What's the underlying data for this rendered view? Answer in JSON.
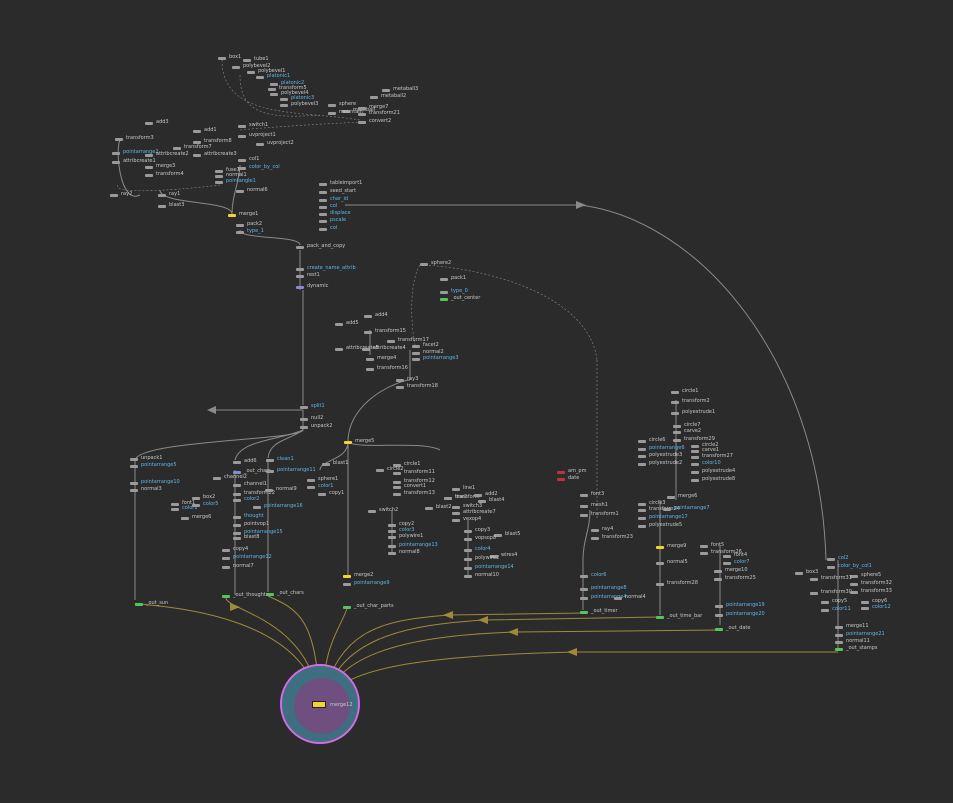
{
  "nodes": [
    {
      "id": "box1",
      "label": "box1",
      "c": ""
    },
    {
      "id": "tube1",
      "label": "tube1",
      "c": ""
    },
    {
      "id": "polybevel2",
      "label": "polybevel2",
      "c": ""
    },
    {
      "id": "polybevel1",
      "label": "polybevel1",
      "c": ""
    },
    {
      "id": "platonic1",
      "label": "platonic1",
      "c": "blue"
    },
    {
      "id": "platonic2",
      "label": "platonic2",
      "c": "blue"
    },
    {
      "id": "transform5",
      "label": "transform5",
      "c": ""
    },
    {
      "id": "polybevel4",
      "label": "polybevel4",
      "c": ""
    },
    {
      "id": "platonic3",
      "label": "platonic3",
      "c": "blue"
    },
    {
      "id": "polybevel3",
      "label": "polybevel3",
      "c": ""
    },
    {
      "id": "sphere",
      "label": "sphere",
      "c": ""
    },
    {
      "id": "metaball",
      "label": "metaball",
      "c": ""
    },
    {
      "id": "metaball3",
      "label": "metaball3",
      "c": ""
    },
    {
      "id": "metaball2",
      "label": "metaball2",
      "c": ""
    },
    {
      "id": "merge7",
      "label": "merge7",
      "c": ""
    },
    {
      "id": "mountain",
      "label": "mountain",
      "c": ""
    },
    {
      "id": "transform21",
      "label": "transform21",
      "c": ""
    },
    {
      "id": "convert2",
      "label": "convert2",
      "c": ""
    },
    {
      "id": "add3",
      "label": "add3",
      "c": ""
    },
    {
      "id": "transform3",
      "label": "transform3",
      "c": ""
    },
    {
      "id": "add1",
      "label": "add1",
      "c": ""
    },
    {
      "id": "transform8",
      "label": "transform8",
      "c": ""
    },
    {
      "id": "transform7",
      "label": "transform7",
      "c": ""
    },
    {
      "id": "pointarrange2",
      "label": "pointarrange2",
      "c": "blue"
    },
    {
      "id": "attribcreate2",
      "label": "attribcreate2",
      "c": ""
    },
    {
      "id": "attribcreate3",
      "label": "attribcreate3",
      "c": ""
    },
    {
      "id": "attribcreate1",
      "label": "attribcreate1",
      "c": ""
    },
    {
      "id": "merge3",
      "label": "merge3",
      "c": ""
    },
    {
      "id": "transform4",
      "label": "transform4",
      "c": ""
    },
    {
      "id": "switch1",
      "label": "switch1",
      "c": ""
    },
    {
      "id": "uvproject1",
      "label": "uvproject1",
      "c": ""
    },
    {
      "id": "uvproject2",
      "label": "uvproject2",
      "c": ""
    },
    {
      "id": "col1",
      "label": "col1",
      "c": ""
    },
    {
      "id": "color_by_col",
      "label": "color_by_col",
      "c": "blue"
    },
    {
      "id": "fuse1",
      "label": "fuse1",
      "c": ""
    },
    {
      "id": "normal1",
      "label": "normal1",
      "c": ""
    },
    {
      "id": "pointangle1",
      "label": "pointangle1",
      "c": "blue"
    },
    {
      "id": "normal6",
      "label": "normal6",
      "c": ""
    },
    {
      "id": "ray2",
      "label": "ray2",
      "c": ""
    },
    {
      "id": "ray1",
      "label": "ray1",
      "c": ""
    },
    {
      "id": "blast3",
      "label": "blast3",
      "c": ""
    },
    {
      "id": "merge1",
      "label": "merge1",
      "c": "yellow"
    },
    {
      "id": "pack2",
      "label": "pack2",
      "c": ""
    },
    {
      "id": "type_1",
      "label": "type_1",
      "c": "blue"
    },
    {
      "id": "tableimport1",
      "label": "tableimport1",
      "c": ""
    },
    {
      "id": "seed_start",
      "label": "seed_start",
      "c": ""
    },
    {
      "id": "char_id",
      "label": "char_id",
      "c": "blue"
    },
    {
      "id": "col",
      "label": "col",
      "c": "blue"
    },
    {
      "id": "displace",
      "label": "displace",
      "c": "blue"
    },
    {
      "id": "pscale",
      "label": "pscale",
      "c": "blue"
    },
    {
      "id": "col2b",
      "label": "col",
      "c": "blue"
    },
    {
      "id": "pack_and_copy",
      "label": "pack_and_copy",
      "c": ""
    },
    {
      "id": "create_name_attrib",
      "label": "create_name_attrib",
      "c": "blue"
    },
    {
      "id": "rest1",
      "label": "rest1",
      "c": ""
    },
    {
      "id": "dynamic",
      "label": "dynamic",
      "c": "purple"
    },
    {
      "id": "sphere2",
      "label": "sphere2",
      "c": ""
    },
    {
      "id": "pack1",
      "label": "pack1",
      "c": ""
    },
    {
      "id": "type_0",
      "label": "type_0",
      "c": "blue"
    },
    {
      "id": "out_center",
      "label": "_out_center",
      "c": "green"
    },
    {
      "id": "add5",
      "label": "add5",
      "c": ""
    },
    {
      "id": "add4",
      "label": "add4",
      "c": ""
    },
    {
      "id": "transform15",
      "label": "transform15",
      "c": ""
    },
    {
      "id": "transform17",
      "label": "transform17",
      "c": ""
    },
    {
      "id": "attribcreate5",
      "label": "attribcreate5",
      "c": ""
    },
    {
      "id": "attribcreate4",
      "label": "attribcreate4",
      "c": ""
    },
    {
      "id": "facet2",
      "label": "facet2",
      "c": ""
    },
    {
      "id": "normal2",
      "label": "normal2",
      "c": ""
    },
    {
      "id": "pointarrange3",
      "label": "pointarrange3",
      "c": "blue"
    },
    {
      "id": "merge4",
      "label": "merge4",
      "c": ""
    },
    {
      "id": "transform16",
      "label": "transform16",
      "c": ""
    },
    {
      "id": "ray3",
      "label": "ray3",
      "c": ""
    },
    {
      "id": "transform18",
      "label": "transform18",
      "c": ""
    },
    {
      "id": "split1",
      "label": "split1",
      "c": "blue"
    },
    {
      "id": "null2",
      "label": "null2",
      "c": ""
    },
    {
      "id": "unpack2",
      "label": "unpack2",
      "c": ""
    },
    {
      "id": "merge5",
      "label": "merge5",
      "c": "yellow"
    },
    {
      "id": "unpack1",
      "label": "unpack1",
      "c": ""
    },
    {
      "id": "pointarrange5",
      "label": "pointarrange5",
      "c": "blue"
    },
    {
      "id": "pointarrange10",
      "label": "pointarrange10",
      "c": "blue"
    },
    {
      "id": "normal3",
      "label": "normal3",
      "c": ""
    },
    {
      "id": "out_sun",
      "label": "_out_sun",
      "c": "green"
    },
    {
      "id": "add6",
      "label": "add6",
      "c": ""
    },
    {
      "id": "clean1",
      "label": "clean1",
      "c": "blue"
    },
    {
      "id": "out_chars",
      "label": "_out_chars",
      "c": "purple"
    },
    {
      "id": "pointarrange11",
      "label": "pointarrange11",
      "c": "blue"
    },
    {
      "id": "channel2",
      "label": "channel2",
      "c": ""
    },
    {
      "id": "channel1",
      "label": "channel1",
      "c": ""
    },
    {
      "id": "transform22",
      "label": "transform22",
      "c": ""
    },
    {
      "id": "normal9",
      "label": "normal9",
      "c": ""
    },
    {
      "id": "color2",
      "label": "color2",
      "c": "blue"
    },
    {
      "id": "pointarrange16",
      "label": "pointarrange16",
      "c": "blue"
    },
    {
      "id": "box2",
      "label": "box2",
      "c": ""
    },
    {
      "id": "color5",
      "label": "color5",
      "c": "blue"
    },
    {
      "id": "fontlast",
      "label": "font1",
      "c": ""
    },
    {
      "id": "color1",
      "label": "color1",
      "c": "blue"
    },
    {
      "id": "merge6",
      "label": "merge6",
      "c": ""
    },
    {
      "id": "thought",
      "label": "thought",
      "c": "blue"
    },
    {
      "id": "pointvop1",
      "label": "pointvop1",
      "c": ""
    },
    {
      "id": "pointarrange15",
      "label": "pointarrange15",
      "c": "blue"
    },
    {
      "id": "blast8",
      "label": "blast8",
      "c": ""
    },
    {
      "id": "copy4",
      "label": "copy4",
      "c": ""
    },
    {
      "id": "pointarrange12",
      "label": "pointarrange12",
      "c": "blue"
    },
    {
      "id": "normal7",
      "label": "normal7",
      "c": ""
    },
    {
      "id": "out_thoughts",
      "label": "_out_thoughts",
      "c": "green"
    },
    {
      "id": "out_chars2",
      "label": "_out_chars",
      "c": "green"
    },
    {
      "id": "blast1",
      "label": "blast1",
      "c": ""
    },
    {
      "id": "sphere1",
      "label": "sphere1",
      "c": ""
    },
    {
      "id": "color1b",
      "label": "color1",
      "c": "blue"
    },
    {
      "id": "copy1",
      "label": "copy1",
      "c": ""
    },
    {
      "id": "circle1b",
      "label": "circle1",
      "c": ""
    },
    {
      "id": "transform11",
      "label": "transform11",
      "c": ""
    },
    {
      "id": "convert1",
      "label": "convert1",
      "c": ""
    },
    {
      "id": "transform12",
      "label": "transform12",
      "c": ""
    },
    {
      "id": "transform13",
      "label": "transform13",
      "c": ""
    },
    {
      "id": "circle2b",
      "label": "circle2",
      "c": ""
    },
    {
      "id": "line1",
      "label": "line1",
      "c": ""
    },
    {
      "id": "blast2",
      "label": "blast2",
      "c": ""
    },
    {
      "id": "line2",
      "label": "line2",
      "c": ""
    },
    {
      "id": "transform",
      "label": "transform",
      "c": ""
    },
    {
      "id": "add2",
      "label": "add2",
      "c": ""
    },
    {
      "id": "blast4",
      "label": "blast4",
      "c": ""
    },
    {
      "id": "switch3",
      "label": "switch3",
      "c": ""
    },
    {
      "id": "attribcreate7",
      "label": "attribcreate7",
      "c": ""
    },
    {
      "id": "vexop4",
      "label": "vexop4",
      "c": ""
    },
    {
      "id": "switch2",
      "label": "switch2",
      "c": ""
    },
    {
      "id": "copy2",
      "label": "copy2",
      "c": ""
    },
    {
      "id": "color3",
      "label": "color3",
      "c": "blue"
    },
    {
      "id": "polywire1",
      "label": "polywire1",
      "c": ""
    },
    {
      "id": "pointarrange13",
      "label": "pointarrange13",
      "c": "blue"
    },
    {
      "id": "normal8",
      "label": "normal8",
      "c": ""
    },
    {
      "id": "copy3",
      "label": "copy3",
      "c": ""
    },
    {
      "id": "blast5",
      "label": "blast5",
      "c": ""
    },
    {
      "id": "vopsop8",
      "label": "vopsop8",
      "c": ""
    },
    {
      "id": "color4",
      "label": "color4",
      "c": "blue"
    },
    {
      "id": "wires4",
      "label": "wires4",
      "c": ""
    },
    {
      "id": "polywire2",
      "label": "polywire2",
      "c": ""
    },
    {
      "id": "pointarrange14",
      "label": "pointarrange14",
      "c": "blue"
    },
    {
      "id": "normal10",
      "label": "normal10",
      "c": ""
    },
    {
      "id": "merge2",
      "label": "merge2",
      "c": "yellow"
    },
    {
      "id": "pointarrange9",
      "label": "pointarrange9",
      "c": "blue"
    },
    {
      "id": "out_char_parts",
      "label": "_out_char_parts",
      "c": "green"
    },
    {
      "id": "am_pm",
      "label": "am_pm",
      "c": "red"
    },
    {
      "id": "date",
      "label": "date",
      "c": "red"
    },
    {
      "id": "font3",
      "label": "font3",
      "c": ""
    },
    {
      "id": "mesh1",
      "label": "mesh1",
      "c": ""
    },
    {
      "id": "transform1",
      "label": "transform1",
      "c": ""
    },
    {
      "id": "ray4",
      "label": "ray4",
      "c": ""
    },
    {
      "id": "transform23",
      "label": "transform23",
      "c": ""
    },
    {
      "id": "color6",
      "label": "color6",
      "c": "blue"
    },
    {
      "id": "pointarrange8",
      "label": "pointarrange8",
      "c": "blue"
    },
    {
      "id": "pointarrange4",
      "label": "pointarrange4",
      "c": "blue"
    },
    {
      "id": "normal4",
      "label": "normal4",
      "c": ""
    },
    {
      "id": "out_timer",
      "label": "_out_timer",
      "c": "green"
    },
    {
      "id": "circle1",
      "label": "circle1",
      "c": ""
    },
    {
      "id": "transform2",
      "label": "transform2",
      "c": ""
    },
    {
      "id": "polyextrude1",
      "label": "polyextrude1",
      "c": ""
    },
    {
      "id": "circle7",
      "label": "circle7",
      "c": ""
    },
    {
      "id": "carve2",
      "label": "carve2",
      "c": ""
    },
    {
      "id": "transform29",
      "label": "transform29",
      "c": ""
    },
    {
      "id": "circle6",
      "label": "circle6",
      "c": ""
    },
    {
      "id": "circle2",
      "label": "circle2",
      "c": ""
    },
    {
      "id": "carve1",
      "label": "carve1",
      "c": ""
    },
    {
      "id": "pointarrange6",
      "label": "pointarrange6",
      "c": "blue"
    },
    {
      "id": "transform27",
      "label": "transform27",
      "c": ""
    },
    {
      "id": "polyextrude3",
      "label": "polyextrude3",
      "c": ""
    },
    {
      "id": "polyextrude2",
      "label": "polyextrude2",
      "c": ""
    },
    {
      "id": "color10",
      "label": "color10",
      "c": "blue"
    },
    {
      "id": "polyextrude4",
      "label": "polyextrude4",
      "c": ""
    },
    {
      "id": "polyextrude8",
      "label": "polyextrude8",
      "c": ""
    },
    {
      "id": "merge6b",
      "label": "merge6",
      "c": ""
    },
    {
      "id": "circle3",
      "label": "circle3",
      "c": ""
    },
    {
      "id": "transform24",
      "label": "transform24",
      "c": ""
    },
    {
      "id": "pointarrange7",
      "label": "pointarrange7",
      "c": "blue"
    },
    {
      "id": "pointarrange17",
      "label": "pointarrange17",
      "c": "blue"
    },
    {
      "id": "polyextrude5",
      "label": "polyextrude5",
      "c": ""
    },
    {
      "id": "merge9",
      "label": "merge9",
      "c": "yellow"
    },
    {
      "id": "normal5",
      "label": "normal5",
      "c": ""
    },
    {
      "id": "transform28",
      "label": "transform28",
      "c": ""
    },
    {
      "id": "out_time_bar",
      "label": "_out_time_bar",
      "c": "green"
    },
    {
      "id": "font5",
      "label": "font5",
      "c": ""
    },
    {
      "id": "transform26",
      "label": "transform26",
      "c": ""
    },
    {
      "id": "font4",
      "label": "font4",
      "c": ""
    },
    {
      "id": "color7",
      "label": "color7",
      "c": "blue"
    },
    {
      "id": "merge10",
      "label": "merge10",
      "c": ""
    },
    {
      "id": "transform25",
      "label": "transform25",
      "c": ""
    },
    {
      "id": "pointarrange19",
      "label": "pointarrange19",
      "c": "blue"
    },
    {
      "id": "pointarrange20",
      "label": "pointarrange20",
      "c": "blue"
    },
    {
      "id": "out_date",
      "label": "_out_date",
      "c": "green"
    },
    {
      "id": "col2",
      "label": "col2",
      "c": "blue"
    },
    {
      "id": "color_by_col1",
      "label": "color_by_col1",
      "c": "blue"
    },
    {
      "id": "box3",
      "label": "box3",
      "c": ""
    },
    {
      "id": "sphere5",
      "label": "sphere5",
      "c": ""
    },
    {
      "id": "transform31",
      "label": "transform31",
      "c": ""
    },
    {
      "id": "transform32",
      "label": "transform32",
      "c": ""
    },
    {
      "id": "transform30",
      "label": "transform30",
      "c": ""
    },
    {
      "id": "transform33",
      "label": "transform33",
      "c": ""
    },
    {
      "id": "copy5",
      "label": "copy5",
      "c": ""
    },
    {
      "id": "copy6",
      "label": "copy6",
      "c": ""
    },
    {
      "id": "color11",
      "label": "color11",
      "c": "blue"
    },
    {
      "id": "color12",
      "label": "color12",
      "c": "blue"
    },
    {
      "id": "merge11",
      "label": "merge11",
      "c": ""
    },
    {
      "id": "pointarrange21",
      "label": "pointarrange21",
      "c": "blue"
    },
    {
      "id": "normal11",
      "label": "normal11",
      "c": ""
    },
    {
      "id": "out_stamps",
      "label": "_out_stamps",
      "c": "green"
    }
  ],
  "final_node": {
    "label": "merge12"
  },
  "colors": {
    "background": "#2b2b2b",
    "wire": "#8a8a8a",
    "output_wire": "#a08a3a",
    "highlight_ring": "#d56be0"
  }
}
